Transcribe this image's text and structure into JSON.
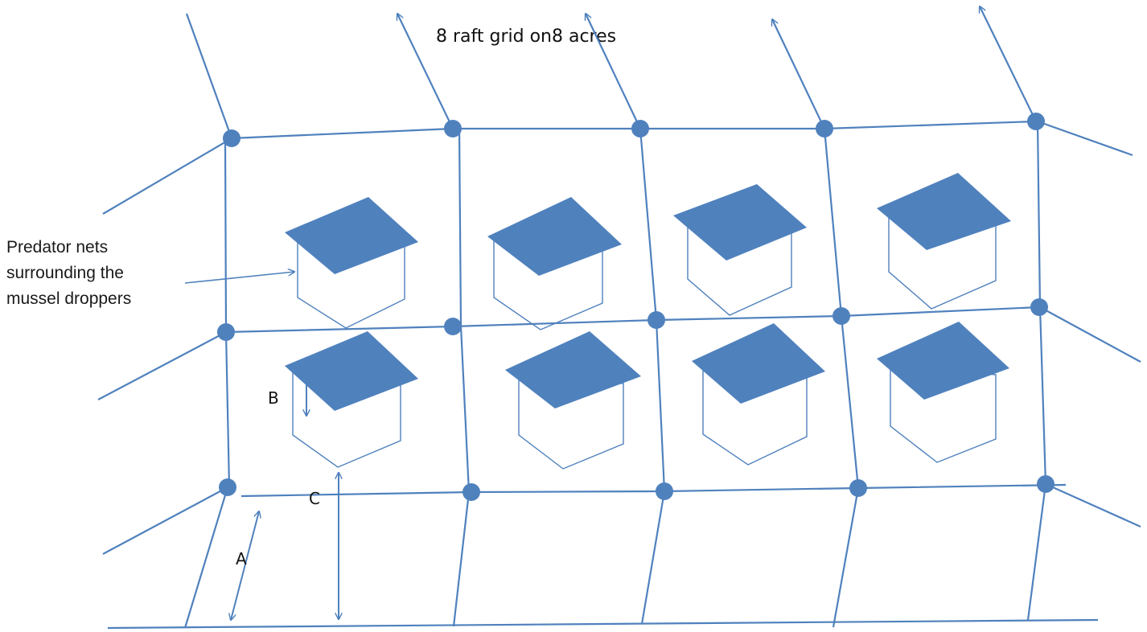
{
  "title": "8 raft grid on8 acres",
  "callout": {
    "lines": [
      "Predator nets",
      "surrounding the",
      "mussel droppers"
    ]
  },
  "dimension_labels": {
    "a": "A",
    "b": "B",
    "c": "C"
  },
  "colors": {
    "accent": "#4f81bd",
    "text": "#111111",
    "background": "#ffffff"
  }
}
